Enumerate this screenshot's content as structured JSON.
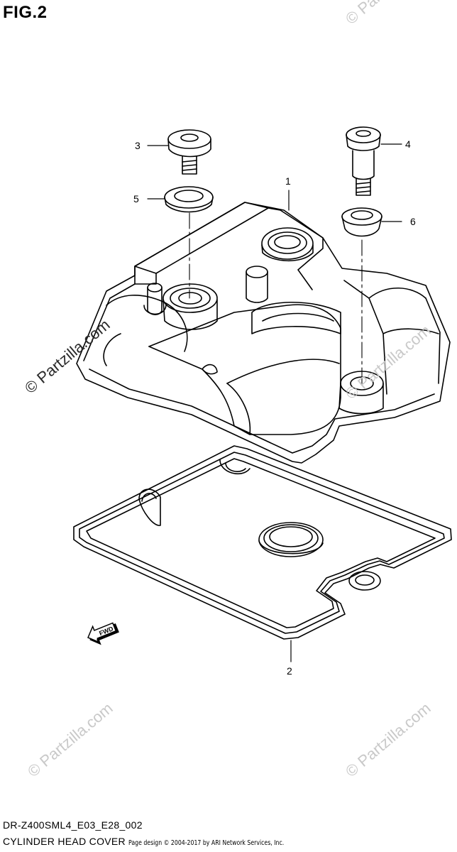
{
  "figure": {
    "title": "FIG.2"
  },
  "callouts": [
    {
      "number": "1"
    },
    {
      "number": "2"
    },
    {
      "number": "3"
    },
    {
      "number": "4"
    },
    {
      "number": "5"
    },
    {
      "number": "6"
    }
  ],
  "direction_label": "FWD",
  "watermarks": {
    "main": "© Partzilla.com",
    "short": "© Partz"
  },
  "footer": {
    "model_code": "DR-Z400SML4_E03_E28_002",
    "title": "CYLINDER HEAD COVER",
    "credit": "Page design © 2004-2017 by ARI Network Services, Inc."
  }
}
